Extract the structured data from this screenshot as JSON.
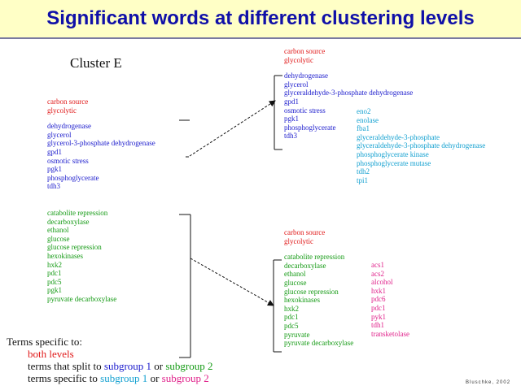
{
  "title": "Significant words at different clustering levels",
  "cluster_label": "Cluster E",
  "upper_parent": {
    "red": [
      "carbon source",
      "glycolytic"
    ],
    "blue": [
      "dehydrogenase",
      "glycerol",
      "glycerol-3-phosphate dehydrogenase",
      "gpd1",
      "osmotic stress",
      "pgk1",
      "phosphoglycerate",
      "tdh3"
    ]
  },
  "upper_child_a": {
    "red": [
      "carbon source",
      "glycolytic"
    ],
    "blue": [
      "dehydrogenase",
      "glycerol",
      "glyceraldehyde-3-phosphate dehydrogenase",
      "gpd1",
      "osmotic stress",
      "pgk1",
      "phosphoglycerate",
      "tdh3"
    ]
  },
  "upper_child_b": {
    "cyan": [
      "eno2",
      "enolase",
      "fba1",
      "glyceraldehyde-3-phosphate",
      "glyceraldehyde-3-phosphate dehydrogenase",
      "phosphoglycerate kinase",
      "phosphoglycerate mutase",
      "tdh2",
      "tpi1"
    ]
  },
  "lower_parent": {
    "green": [
      "catabolite repression",
      "decarboxylase",
      "ethanol",
      "glucose",
      "glucose repression",
      "hexokinases",
      "hxk2",
      "pdc1",
      "pdc5",
      "pgk1",
      "pyruvate decarboxylase"
    ]
  },
  "lower_child_a": {
    "red": [
      "carbon source",
      "glycolytic"
    ],
    "green": [
      "catabolite repression",
      "decarboxylase",
      "ethanol",
      "glucose",
      "glucose repression",
      "hexokinases",
      "hxk2",
      "pdc1",
      "pdc5",
      "pyruvate",
      "pyruvate decarboxylase"
    ]
  },
  "lower_child_b": {
    "magenta": [
      "acs1",
      "acs2",
      "alcohol",
      "hxk1",
      "pdc6",
      "pdc1",
      "pyk1",
      "tdh1",
      "transketolase"
    ]
  },
  "legend": {
    "heading": "Terms specific to:",
    "both_levels": "both levels",
    "split_prefix": "terms that split to ",
    "split_sub1": "subgroup 1",
    "split_or": " or ",
    "split_sub2": "subgroup 2",
    "specific_prefix": "terms specific to ",
    "specific_sub1": "subgroup 1",
    "specific_or": " or ",
    "specific_sub2": "subgroup 2"
  },
  "credit": "Bluschke, 2002",
  "colors": {
    "title": "#1010a8",
    "header_bg": "#ffffc6",
    "blue_terms": "#1a1acc",
    "red_terms": "#e01818",
    "green_terms": "#149a14",
    "cyan_terms": "#12a0d0",
    "magenta_terms": "#e0208a"
  }
}
